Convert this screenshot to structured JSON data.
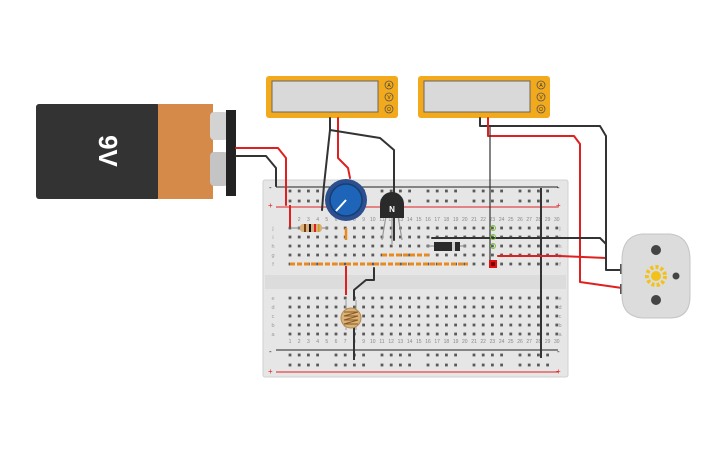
{
  "battery": {
    "label": "9V",
    "body_color": "#333333",
    "cap_color": "#d58a4a"
  },
  "multimeters": [
    {
      "id": "meter-left",
      "buttons": [
        "A",
        "V",
        "Ω"
      ]
    },
    {
      "id": "meter-right",
      "buttons": [
        "A",
        "V",
        "Ω"
      ]
    }
  ],
  "transistor": {
    "label": "N"
  },
  "breadboard": {
    "row_letters_top": [
      "j",
      "i",
      "h",
      "g",
      "f"
    ],
    "row_letters_bottom": [
      "e",
      "d",
      "c",
      "b",
      "a"
    ],
    "column_numbers": [
      "1",
      "2",
      "3",
      "4",
      "5",
      "6",
      "7",
      "8",
      "9",
      "10",
      "11",
      "12",
      "13",
      "14",
      "15",
      "16",
      "17",
      "18",
      "19",
      "20",
      "21",
      "22",
      "23",
      "24",
      "25",
      "26",
      "27",
      "28",
      "29",
      "30"
    ],
    "rail_plus": "+",
    "rail_minus": "-"
  },
  "colors": {
    "wire_red": "#e02020",
    "wire_black": "#333333",
    "meter_body": "#f2a91b",
    "meter_screen": "#d9d9d9",
    "jumper_orange": "#e88a1f",
    "led": "#e01010",
    "motor_body": "#dcdcdc",
    "motor_gear": "#f3c21a"
  }
}
